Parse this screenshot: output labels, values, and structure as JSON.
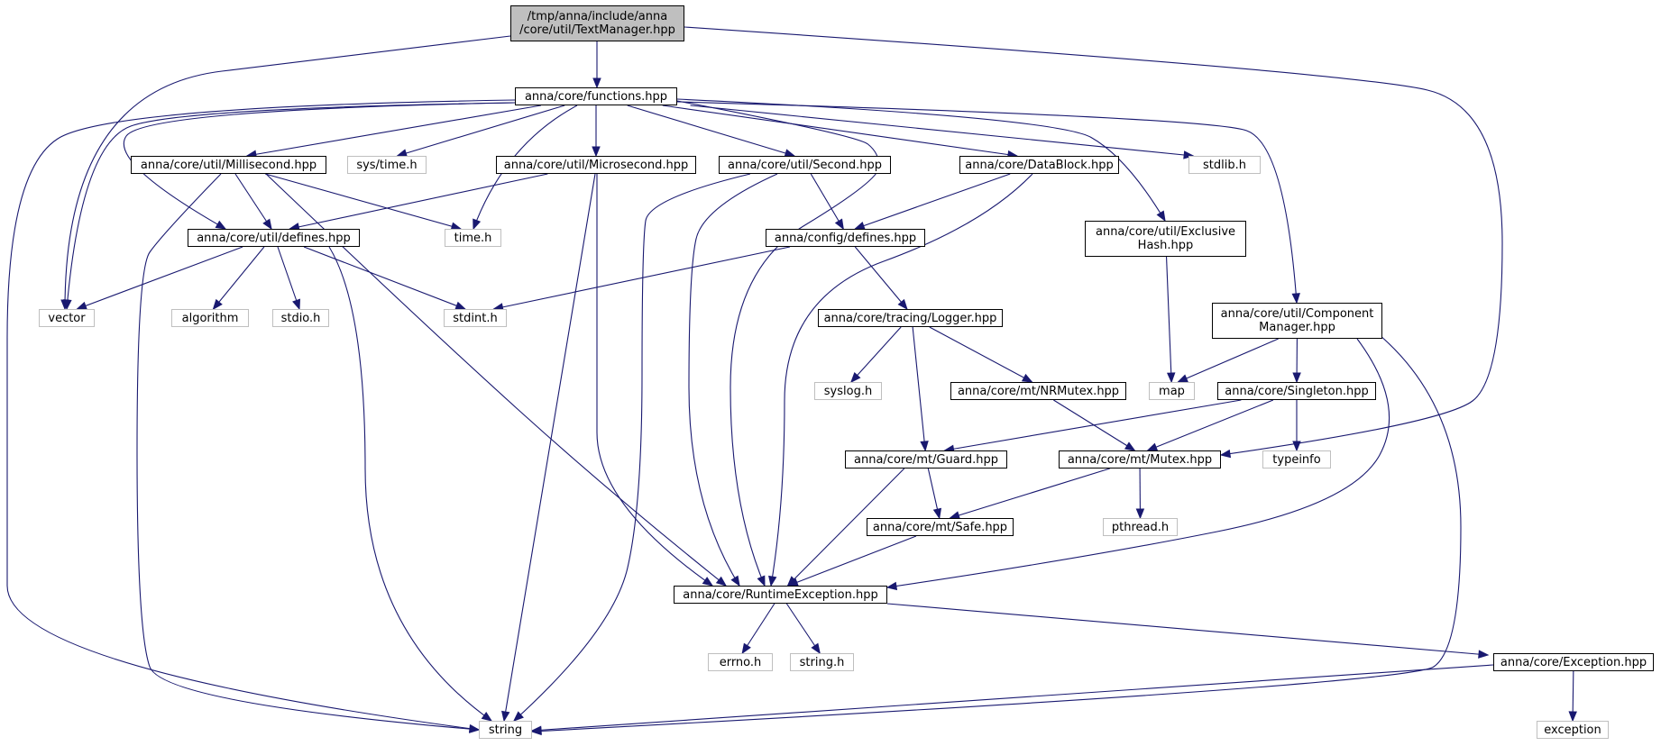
{
  "diagram": {
    "title": "",
    "colors": {
      "edge": "#191970",
      "node_border": "#000000",
      "system_node_border": "#bfbfbf",
      "root_fill": "#bfbfbf"
    },
    "nodes": [
      {
        "id": "textmanager",
        "label": "/tmp/anna/include/anna\n/core/util/TextManager.hpp",
        "kind": "root"
      },
      {
        "id": "functions",
        "label": "anna/core/functions.hpp",
        "kind": "header"
      },
      {
        "id": "millisecond",
        "label": "anna/core/util/Millisecond.hpp",
        "kind": "header"
      },
      {
        "id": "systime",
        "label": "sys/time.h",
        "kind": "system"
      },
      {
        "id": "microsecond",
        "label": "anna/core/util/Microsecond.hpp",
        "kind": "header"
      },
      {
        "id": "second",
        "label": "anna/core/util/Second.hpp",
        "kind": "header"
      },
      {
        "id": "datablock",
        "label": "anna/core/DataBlock.hpp",
        "kind": "header"
      },
      {
        "id": "stdlib",
        "label": "stdlib.h",
        "kind": "system"
      },
      {
        "id": "utildefines",
        "label": "anna/core/util/defines.hpp",
        "kind": "header"
      },
      {
        "id": "timeh",
        "label": "time.h",
        "kind": "system"
      },
      {
        "id": "configdefines",
        "label": "anna/config/defines.hpp",
        "kind": "header"
      },
      {
        "id": "exclusivehash",
        "label": "anna/core/util/Exclusive\nHash.hpp",
        "kind": "header"
      },
      {
        "id": "vector",
        "label": "vector",
        "kind": "system"
      },
      {
        "id": "algorithm",
        "label": "algorithm",
        "kind": "system"
      },
      {
        "id": "stdio",
        "label": "stdio.h",
        "kind": "system"
      },
      {
        "id": "stdint",
        "label": "stdint.h",
        "kind": "system"
      },
      {
        "id": "logger",
        "label": "anna/core/tracing/Logger.hpp",
        "kind": "header"
      },
      {
        "id": "componentmanager",
        "label": "anna/core/util/Component\nManager.hpp",
        "kind": "header"
      },
      {
        "id": "syslog",
        "label": "syslog.h",
        "kind": "system"
      },
      {
        "id": "nrmutex",
        "label": "anna/core/mt/NRMutex.hpp",
        "kind": "header"
      },
      {
        "id": "map",
        "label": "map",
        "kind": "system"
      },
      {
        "id": "singleton",
        "label": "anna/core/Singleton.hpp",
        "kind": "header"
      },
      {
        "id": "guard",
        "label": "anna/core/mt/Guard.hpp",
        "kind": "header"
      },
      {
        "id": "mutex",
        "label": "anna/core/mt/Mutex.hpp",
        "kind": "header"
      },
      {
        "id": "typeinfo",
        "label": "typeinfo",
        "kind": "system"
      },
      {
        "id": "safe",
        "label": "anna/core/mt/Safe.hpp",
        "kind": "header"
      },
      {
        "id": "pthread",
        "label": "pthread.h",
        "kind": "system"
      },
      {
        "id": "runtimeexception",
        "label": "anna/core/RuntimeException.hpp",
        "kind": "header"
      },
      {
        "id": "errno",
        "label": "errno.h",
        "kind": "system"
      },
      {
        "id": "stringh",
        "label": "string.h",
        "kind": "system"
      },
      {
        "id": "exception_hpp",
        "label": "anna/core/Exception.hpp",
        "kind": "header"
      },
      {
        "id": "string",
        "label": "string",
        "kind": "system"
      },
      {
        "id": "exception",
        "label": "exception",
        "kind": "system"
      }
    ],
    "edges": [
      {
        "from": "textmanager",
        "to": "functions"
      },
      {
        "from": "textmanager",
        "to": "vector"
      },
      {
        "from": "textmanager",
        "to": "mutex"
      },
      {
        "from": "functions",
        "to": "millisecond"
      },
      {
        "from": "functions",
        "to": "systime"
      },
      {
        "from": "functions",
        "to": "microsecond"
      },
      {
        "from": "functions",
        "to": "second"
      },
      {
        "from": "functions",
        "to": "datablock"
      },
      {
        "from": "functions",
        "to": "stdlib"
      },
      {
        "from": "functions",
        "to": "exclusivehash"
      },
      {
        "from": "functions",
        "to": "componentmanager"
      },
      {
        "from": "functions",
        "to": "utildefines"
      },
      {
        "from": "functions",
        "to": "timeh"
      },
      {
        "from": "functions",
        "to": "vector"
      },
      {
        "from": "functions",
        "to": "string"
      },
      {
        "from": "functions",
        "to": "runtimeexception"
      },
      {
        "from": "millisecond",
        "to": "utildefines"
      },
      {
        "from": "millisecond",
        "to": "timeh"
      },
      {
        "from": "millisecond",
        "to": "runtimeexception"
      },
      {
        "from": "millisecond",
        "to": "string"
      },
      {
        "from": "microsecond",
        "to": "utildefines"
      },
      {
        "from": "microsecond",
        "to": "runtimeexception"
      },
      {
        "from": "microsecond",
        "to": "string"
      },
      {
        "from": "second",
        "to": "configdefines"
      },
      {
        "from": "second",
        "to": "runtimeexception"
      },
      {
        "from": "second",
        "to": "string"
      },
      {
        "from": "datablock",
        "to": "configdefines"
      },
      {
        "from": "datablock",
        "to": "runtimeexception"
      },
      {
        "from": "utildefines",
        "to": "vector"
      },
      {
        "from": "utildefines",
        "to": "algorithm"
      },
      {
        "from": "utildefines",
        "to": "stdio"
      },
      {
        "from": "utildefines",
        "to": "stdint"
      },
      {
        "from": "utildefines",
        "to": "string"
      },
      {
        "from": "configdefines",
        "to": "stdint"
      },
      {
        "from": "configdefines",
        "to": "logger"
      },
      {
        "from": "exclusivehash",
        "to": "map"
      },
      {
        "from": "logger",
        "to": "syslog"
      },
      {
        "from": "logger",
        "to": "nrmutex"
      },
      {
        "from": "logger",
        "to": "guard"
      },
      {
        "from": "componentmanager",
        "to": "map"
      },
      {
        "from": "componentmanager",
        "to": "singleton"
      },
      {
        "from": "componentmanager",
        "to": "runtimeexception"
      },
      {
        "from": "componentmanager",
        "to": "string"
      },
      {
        "from": "nrmutex",
        "to": "mutex"
      },
      {
        "from": "singleton",
        "to": "guard"
      },
      {
        "from": "singleton",
        "to": "mutex"
      },
      {
        "from": "singleton",
        "to": "typeinfo"
      },
      {
        "from": "guard",
        "to": "safe"
      },
      {
        "from": "guard",
        "to": "runtimeexception"
      },
      {
        "from": "mutex",
        "to": "safe"
      },
      {
        "from": "mutex",
        "to": "pthread"
      },
      {
        "from": "safe",
        "to": "runtimeexception"
      },
      {
        "from": "runtimeexception",
        "to": "errno"
      },
      {
        "from": "runtimeexception",
        "to": "stringh"
      },
      {
        "from": "runtimeexception",
        "to": "exception_hpp"
      },
      {
        "from": "exception_hpp",
        "to": "string"
      },
      {
        "from": "exception_hpp",
        "to": "exception"
      }
    ]
  }
}
